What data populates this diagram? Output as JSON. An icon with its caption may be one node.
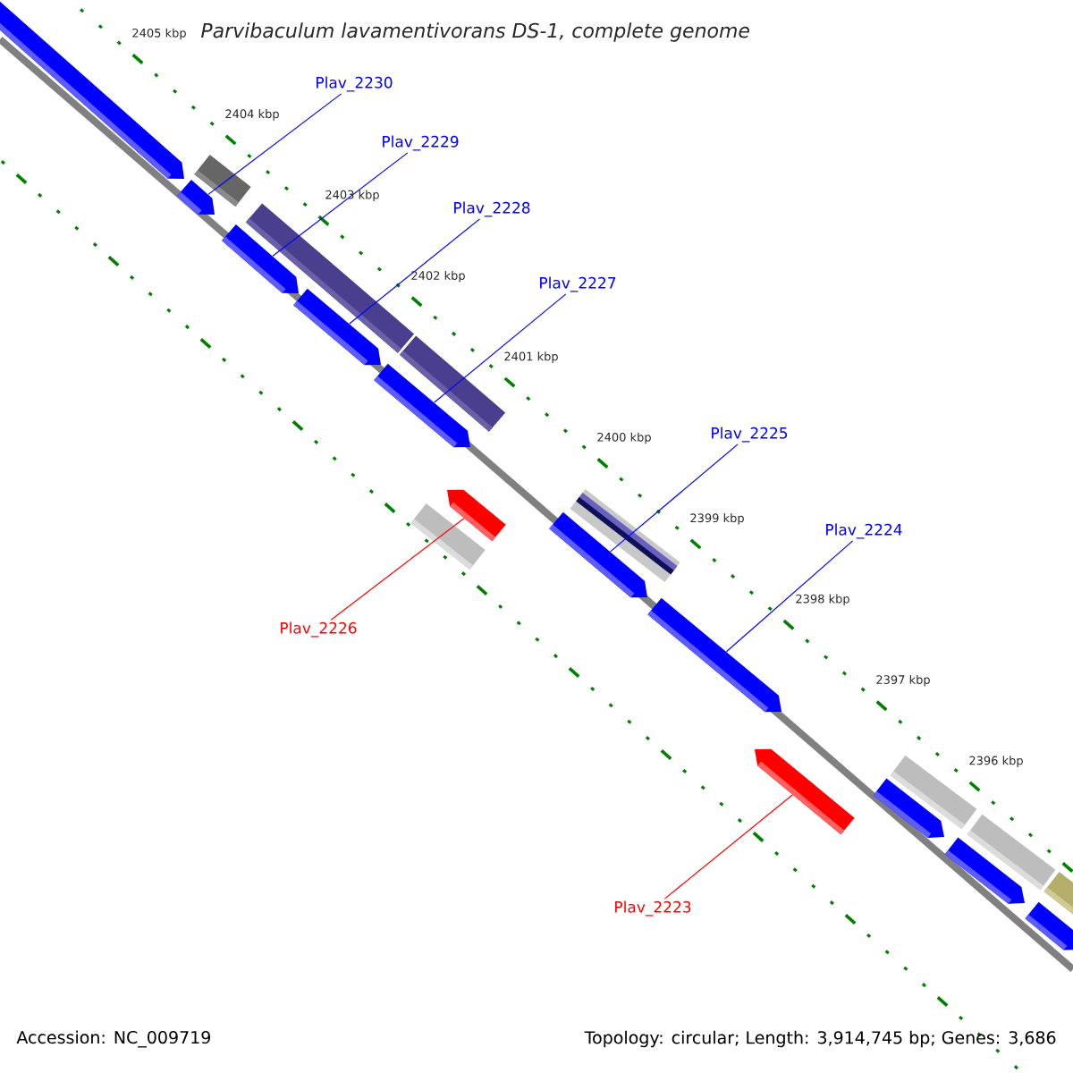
{
  "diagram": {
    "title": "Parvibaculum lavamentivorans DS-1, complete genome",
    "nodes": [
      {
        "text": [
          "Plav_2230"
        ]
      },
      {
        "text": [
          "Plav_2229"
        ]
      },
      {
        "text": [
          "Plav_2228"
        ]
      },
      {
        "text": [
          "Plav_2227"
        ]
      },
      {
        "text": [
          "Plav_2225"
        ]
      },
      {
        "text": [
          "Plav_2224"
        ]
      },
      {
        "text": [
          "Plav_2226"
        ]
      },
      {
        "text": [
          "Plav_2223"
        ]
      },
      {
        "text": [],
        "shape": "arrow"
      },
      {
        "text": [],
        "shape": "bar"
      },
      {
        "text": [],
        "shape": "arrow"
      },
      {
        "text": [],
        "shape": "arrow"
      },
      {
        "text": [],
        "shape": "bar"
      },
      {
        "text": [],
        "shape": "arrow"
      },
      {
        "text": [],
        "shape": "bar"
      },
      {
        "text": [],
        "shape": "arrow"
      },
      {
        "text": [],
        "shape": "bar"
      },
      {
        "text": [],
        "shape": "arrow"
      },
      {
        "text": [],
        "shape": "bar"
      },
      {
        "text": [],
        "shape": "arrow"
      },
      {
        "text": [],
        "shape": "arrow"
      },
      {
        "text": [],
        "shape": "arrow"
      },
      {
        "text": [],
        "shape": "bar"
      },
      {
        "text": [],
        "shape": "arrow"
      },
      {
        "text": [],
        "shape": "bar"
      },
      {
        "text": [],
        "shape": "arrow"
      },
      {
        "text": [],
        "shape": "bar"
      },
      {
        "text": [],
        "shape": "arrow"
      }
    ],
    "edges": [
      {
        "from": 0,
        "to": 10,
        "arrow": "none"
      },
      {
        "from": 1,
        "to": 11,
        "arrow": "none"
      },
      {
        "from": 2,
        "to": 13,
        "arrow": "none"
      },
      {
        "from": 3,
        "to": 15,
        "arrow": "none"
      },
      {
        "from": 4,
        "to": 19,
        "arrow": "none"
      },
      {
        "from": 5,
        "to": 20,
        "arrow": "none"
      },
      {
        "from": 6,
        "to": 17,
        "arrow": "none",
        "color": "#ff0000"
      },
      {
        "from": 7,
        "to": 21,
        "arrow": "none",
        "color": "#ff0000"
      }
    ],
    "labels": [
      "2405 kbp",
      "2404 kbp",
      "2403 kbp",
      "2402 kbp",
      "2401 kbp",
      "2400 kbp",
      "2399 kbp",
      "2398 kbp",
      "2397 kbp",
      "2396 kbp",
      "Accession: NC_009719",
      "Topology: circular; Length: 3,914,745 bp; Genes: 3,686"
    ]
  }
}
